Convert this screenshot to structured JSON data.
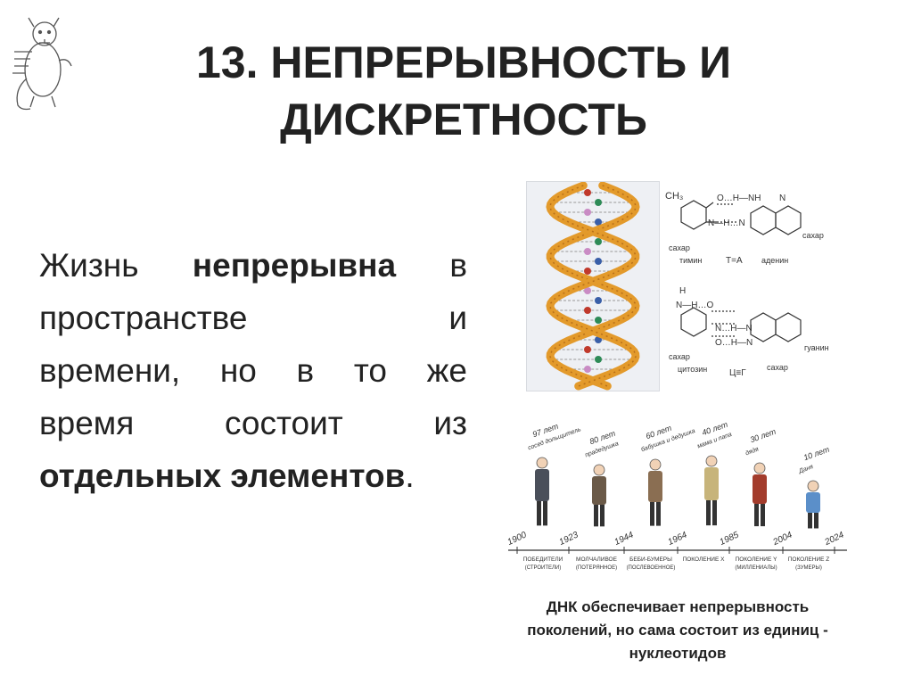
{
  "slide": {
    "title_line1": "13. НЕПРЕРЫВНОСТЬ И",
    "title_line2": "ДИСКРЕТНОСТЬ"
  },
  "body": {
    "l1_w1": "Жизнь",
    "l1_w2": "непрерывна",
    "l1_w3": "в",
    "l2_w1": "пространстве",
    "l2_w2": "и",
    "l3_w1": "времени,",
    "l3_w2": "но",
    "l3_w3": "в",
    "l3_w4": "то",
    "l3_w5": "же",
    "l4_w1": "время",
    "l4_w2": "состоит",
    "l4_w3": "из",
    "l5_bold": "отдельных элементов",
    "l5_end": "."
  },
  "chemistry": {
    "ch3": "CH₃",
    "pair1_label_left": "сахар",
    "pair1_label_left2": "тимин",
    "pair1_label_right": "аденин",
    "pair1_label_sugar": "сахар",
    "pair1_eq": "T=A",
    "pair2_label_left": "сахар",
    "pair2_label_left2": "цитозин",
    "pair2_label_right": "гуанин",
    "pair2_label_sugar": "сахар",
    "pair2_eq": "Ц≡Г"
  },
  "generations": {
    "ages": [
      "97 лет",
      "80 лет",
      "60 лет",
      "40 лет",
      "30 лет",
      "10 лет"
    ],
    "roles": [
      "сосед дольщитель",
      "прадедушка",
      "бабушка и дедушка",
      "мама и папа",
      "дядя",
      "Даня"
    ],
    "years": [
      "1900",
      "1923",
      "1944",
      "1964",
      "1985",
      "2004",
      "2024"
    ],
    "names": [
      "ПОБЕДИТЕЛИ",
      "МОЛЧАЛИВОЕ",
      "БЕБИ-БУМЕРЫ",
      "ПОКОЛЕНИЕ X",
      "ПОКОЛЕНИЕ Y",
      "ПОКОЛЕНИЕ Z"
    ],
    "subnames": [
      "(СТРОИТЕЛИ)",
      "(ПОТЕРЯННОЕ)",
      "(ПОСЛЕВОЕННОЕ)",
      "",
      "(МИЛЛЕНИАЛЫ)",
      "(ЗУМЕРЫ)"
    ]
  },
  "caption": {
    "line1": "ДНК обеспечивает непрерывность",
    "line2": "поколений, но сама состоит из единиц -",
    "line3": "нуклеотидов"
  },
  "colors": {
    "helix": "#e39a2b",
    "helix_dark": "#b8701a",
    "rung_red": "#c0392b",
    "rung_green": "#2e8b57",
    "rung_pink": "#c98bc4",
    "rung_blue": "#3a5fa8"
  }
}
